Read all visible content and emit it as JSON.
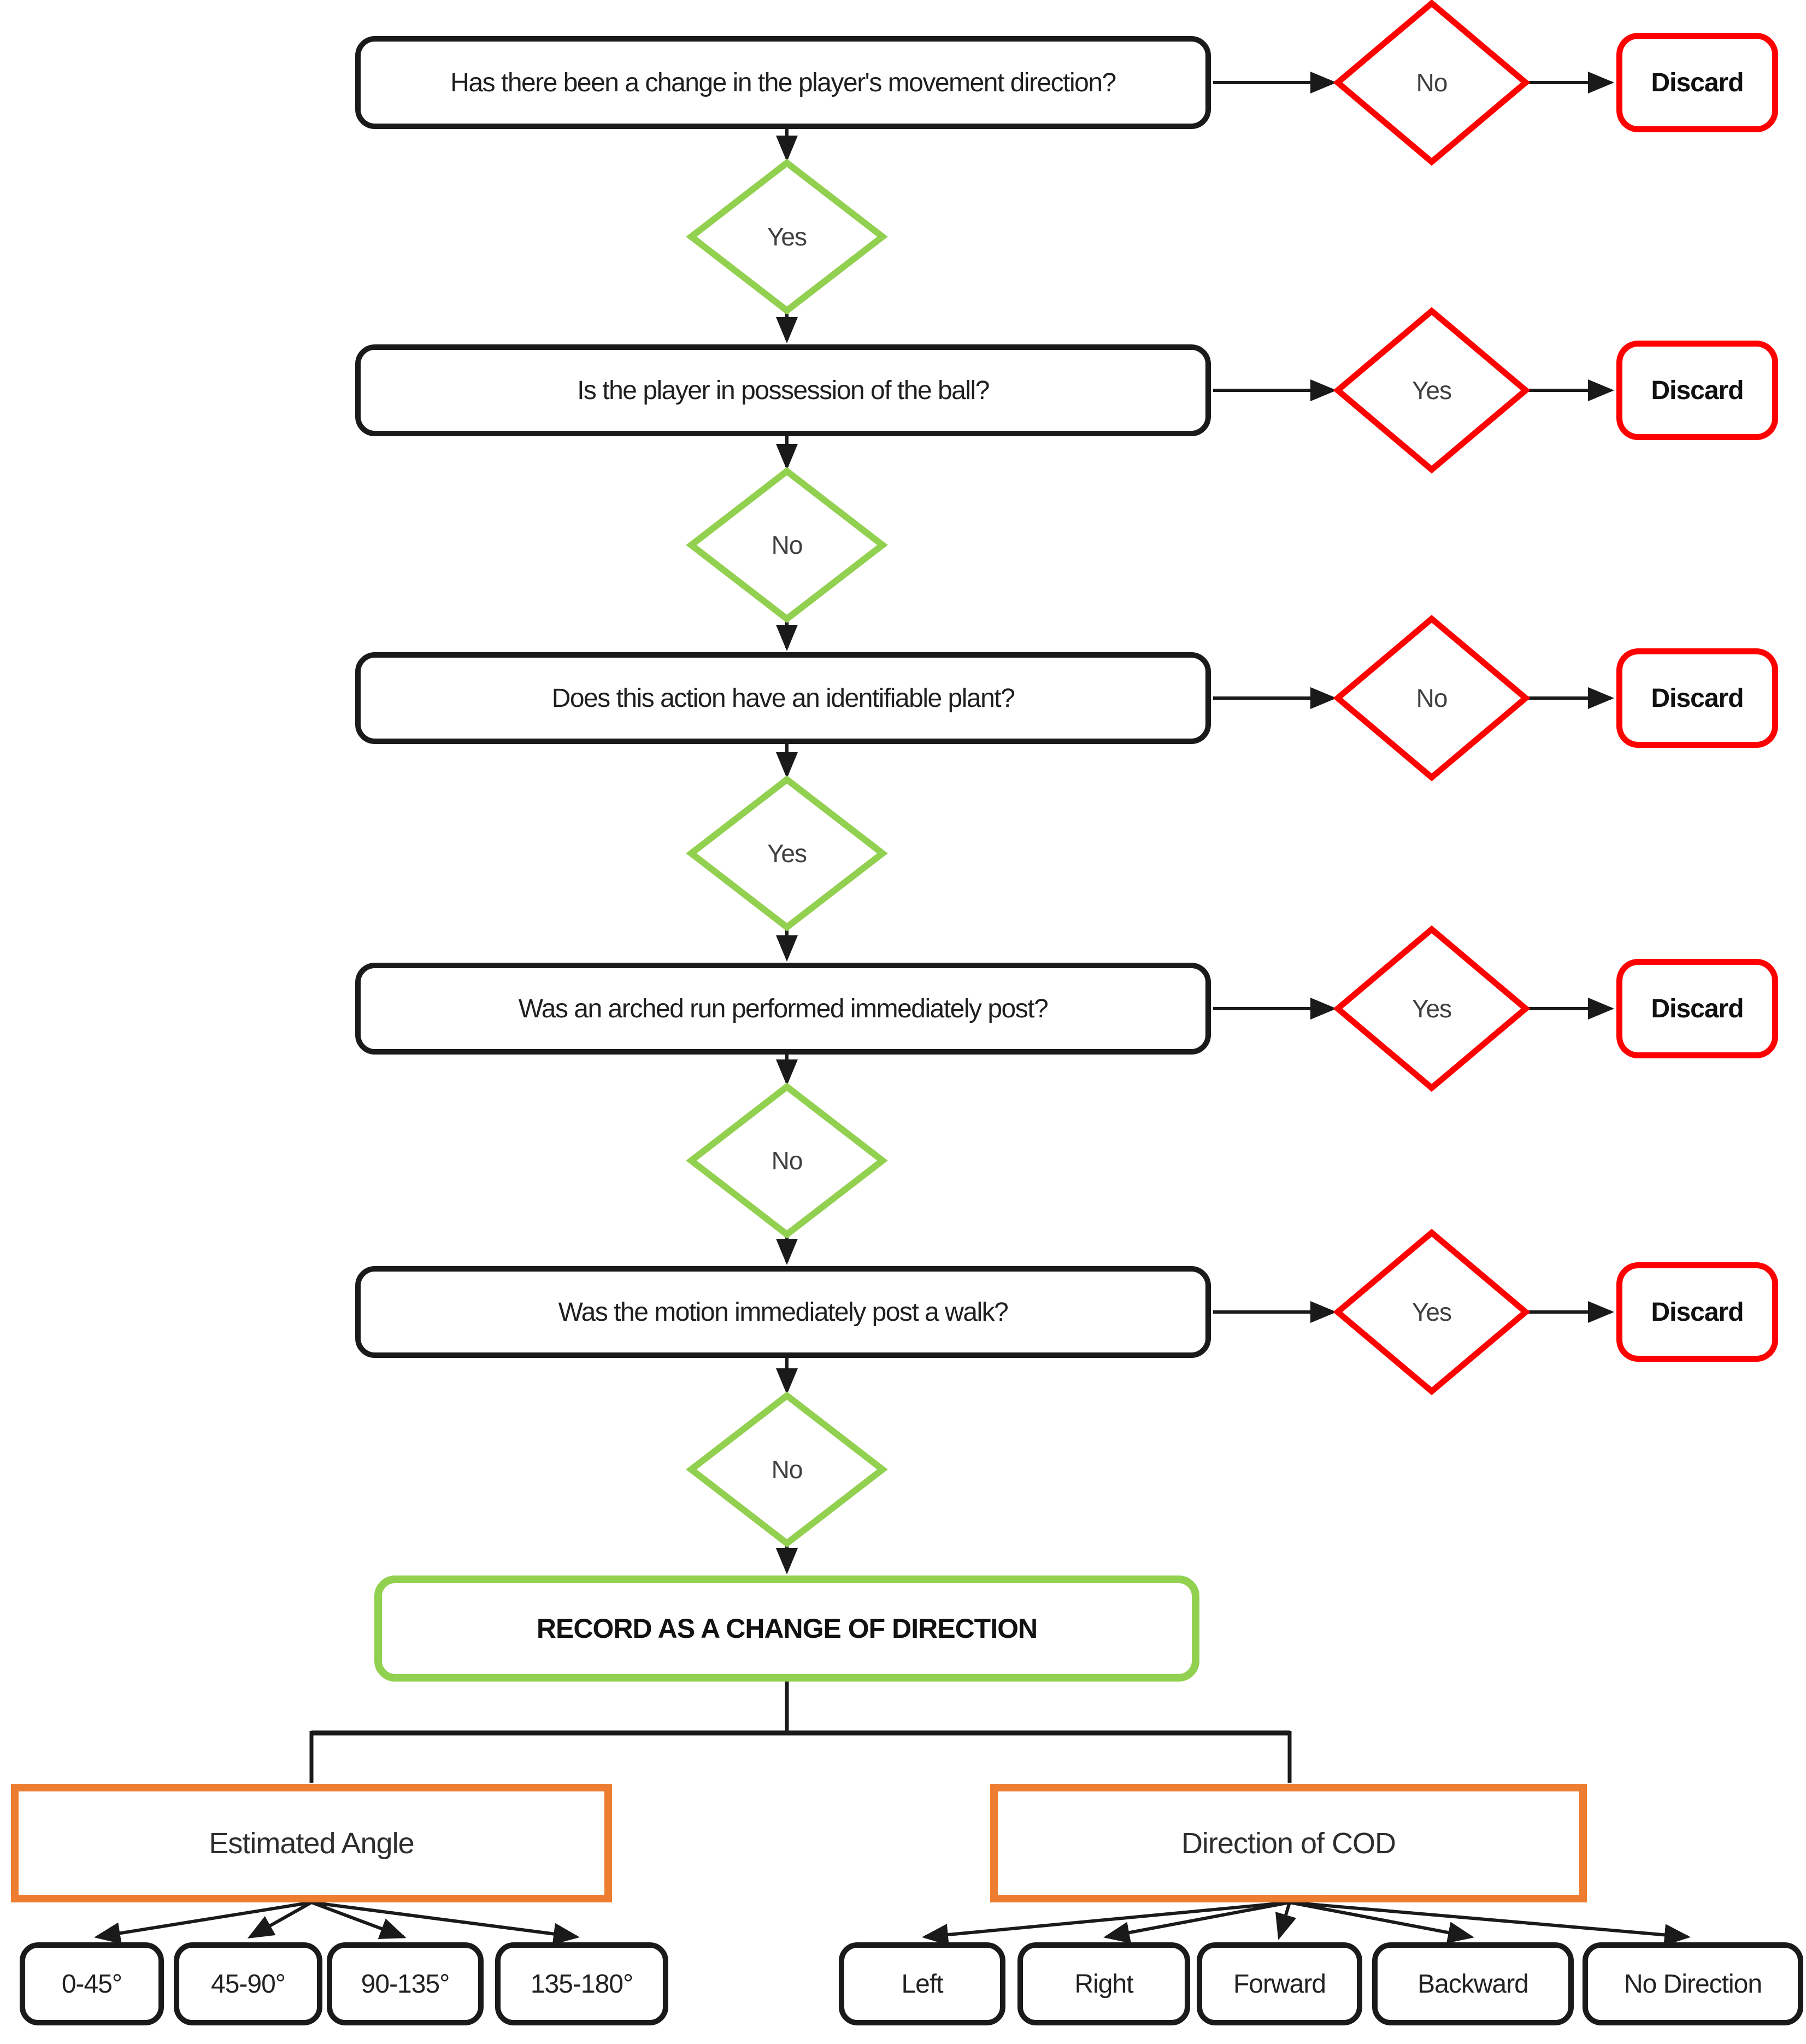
{
  "flow": {
    "steps": [
      {
        "question": "Has there been a change in the player's movement direction?",
        "fail_label": "No",
        "pass_label": "Yes",
        "fail_action": "Discard"
      },
      {
        "question": "Is the player in possession of the ball?",
        "fail_label": "Yes",
        "pass_label": "No",
        "fail_action": "Discard"
      },
      {
        "question": "Does this action have an identifiable plant?",
        "fail_label": "No",
        "pass_label": "Yes",
        "fail_action": "Discard"
      },
      {
        "question": "Was an arched run performed immediately post?",
        "fail_label": "Yes",
        "pass_label": "No",
        "fail_action": "Discard"
      },
      {
        "question": "Was the motion immediately post a walk?",
        "fail_label": "Yes",
        "pass_label": "No",
        "fail_action": "Discard"
      }
    ],
    "result": "RECORD AS A CHANGE OF DIRECTION",
    "categories": [
      {
        "label": "Estimated Angle",
        "options": [
          "0-45°",
          "45-90°",
          "90-135°",
          "135-180°"
        ]
      },
      {
        "label": "Direction of COD",
        "options": [
          "Left",
          "Right",
          "Forward",
          "Backward",
          "No Direction"
        ]
      }
    ]
  },
  "colors": {
    "discard_red": "#FF0000",
    "proceed_green": "#92D050",
    "category_orange": "#ED7D31",
    "line_black": "#1A1A1A"
  }
}
